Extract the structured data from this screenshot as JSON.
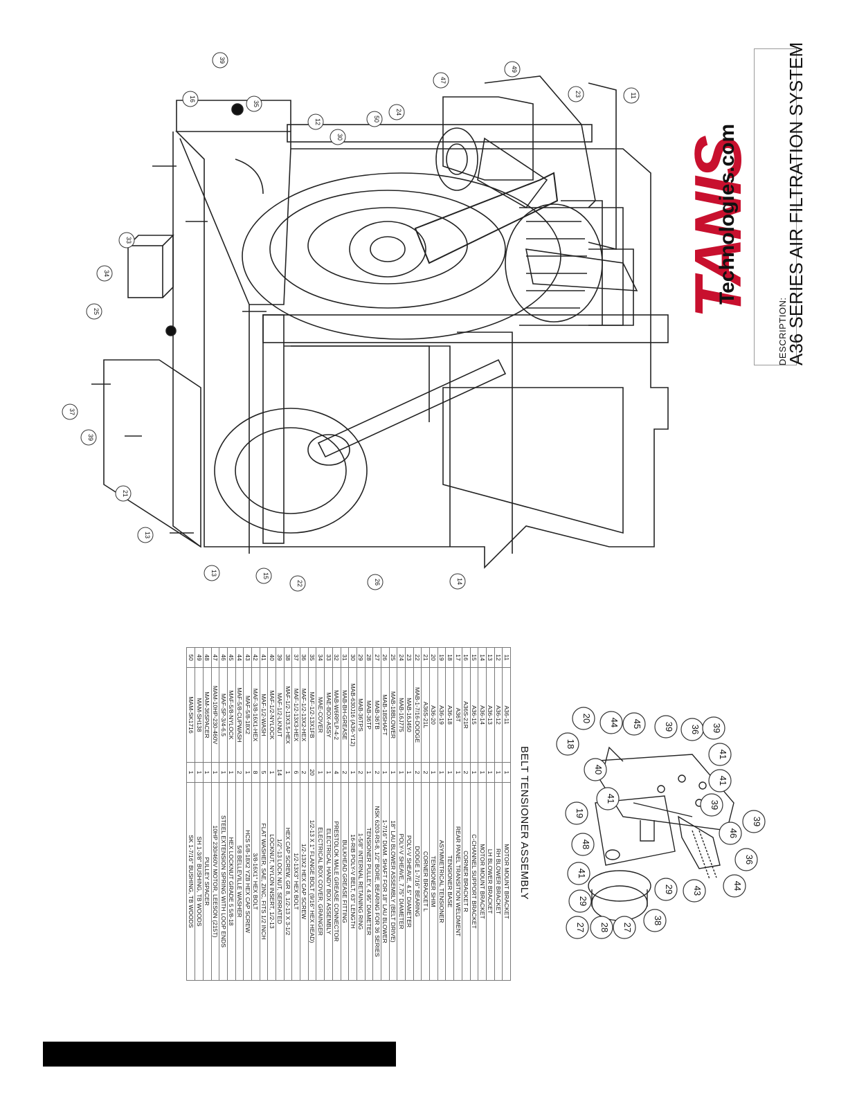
{
  "title_block": {
    "description_label": "DESCRIPTION:",
    "description": "A36 SERIES AIR FILTRATION SYSTEM",
    "logo_text": "TANIS",
    "logo_subtext": "Technologies.com"
  },
  "parts_table": {
    "rows": [
      {
        "no": "11",
        "part": "A36-11",
        "qty": "1",
        "desc": "MOTOR MOUNT BRACKET"
      },
      {
        "no": "12",
        "part": "A36-12",
        "qty": "1",
        "desc": "RH BLOWER BRACKET"
      },
      {
        "no": "13",
        "part": "A36-13",
        "qty": "1",
        "desc": "LH BLOWER BRACKET"
      },
      {
        "no": "14",
        "part": "A36-14",
        "qty": "1",
        "desc": "MOTOR MOUNT BRACKET"
      },
      {
        "no": "15",
        "part": "A36-15",
        "qty": "1",
        "desc": "C-CHANNEL SUPPORT BRACKET"
      },
      {
        "no": "16",
        "part": "A36S-21R",
        "qty": "2",
        "desc": "CORNER BRACKET R"
      },
      {
        "no": "17",
        "part": "A36T",
        "qty": "1",
        "desc": "REAR PANEL TRANSITION WELDMENT"
      },
      {
        "no": "18",
        "part": "A36-18",
        "qty": "1",
        "desc": "TENSIONER BASE"
      },
      {
        "no": "19",
        "part": "A36-19",
        "qty": "1",
        "desc": "ASYMMETRICAL TENSIONER"
      },
      {
        "no": "20",
        "part": "A36-20",
        "qty": "1",
        "desc": "TENSIONER SHIM"
      },
      {
        "no": "21",
        "part": "A36S-21L",
        "qty": "2",
        "desc": "CORNER BRACKET L"
      },
      {
        "no": "22",
        "part": "MAB-1-7/16-DODGE",
        "qty": "2",
        "desc": "DODGE 1-7/16\" BEARING"
      },
      {
        "no": "23",
        "part": "MAB-16J450",
        "qty": "1",
        "desc": "POLY-V SHEAVE, 4.5\" DIAMETER"
      },
      {
        "no": "24",
        "part": "MAB-16J775",
        "qty": "1",
        "desc": "POLY-V SHEAVE, 7.75\" DIAMETER"
      },
      {
        "no": "25",
        "part": "MAB-18BLOWER",
        "qty": "1",
        "desc": "18\" LAU BLOWER ASSEMBLY (BELT DRIVE)"
      },
      {
        "no": "26",
        "part": "MAB-18SHAFT",
        "qty": "1",
        "desc": "1-7/16\" DIAM. SHAFT FOR 18\" LAU BLOWER"
      },
      {
        "no": "27",
        "part": "MAB-36TB",
        "qty": "2",
        "desc": "NSK 6203-RS-8, 1/2\" BORE, BEARING FOR 36 SERIES"
      },
      {
        "no": "28",
        "part": "MAB-36TP",
        "qty": "1",
        "desc": "TENSIONER PULLEY, 4.95\" DIAMETER"
      },
      {
        "no": "29",
        "part": "MAB-36TPS",
        "qty": "2",
        "desc": "1-5/8\" INTERNAL RETAINING RING"
      },
      {
        "no": "30",
        "part": "MAB-630J16 (A36-Y12)",
        "qty": "1",
        "desc": "16-RIB POLY-V BELT, 63\" LENGTH"
      },
      {
        "no": "31",
        "part": "MAB-BH-GREASE",
        "qty": "2",
        "desc": "BULKHEAD GREASE FITTING"
      },
      {
        "no": "32",
        "part": "MAB-W6RPLP-4-2",
        "qty": "4",
        "desc": "PRESTOLOK MALE GREASE CONNECTOR"
      },
      {
        "no": "33",
        "part": "MAE-BOX-ASSY",
        "qty": "1",
        "desc": "ELECTRICAL HANDY BOX ASSEMBLY"
      },
      {
        "no": "34",
        "part": "MAE-COVER",
        "qty": "1",
        "desc": "ELECTRICAL BOX COVER, GRAINGER"
      },
      {
        "no": "35",
        "part": "MAF-1/2-13X1FB",
        "qty": "20",
        "desc": "1/2-13 X 1\" FLANGE BOLT (9/16\" HEX HEAD)"
      },
      {
        "no": "36",
        "part": "MAF-1/2-13X2-HEX",
        "qty": "2",
        "desc": "1/2-13X2 HEX CAP SCREW"
      },
      {
        "no": "37",
        "part": "MAF-1/2-13X3-HEX",
        "qty": "6",
        "desc": "1/2-13X3\" HEX BOLT"
      },
      {
        "no": "38",
        "part": "MAF-1/2-13X3.5-HEX",
        "qty": "1",
        "desc": "HEX CAP SCREW, GR 8, 1/2-13 X 3-1/2"
      },
      {
        "no": "39",
        "part": "MAF-1/2-LKNUT",
        "qty": "14",
        "desc": "1/2\"-13 LOCK NUT, SERRATED"
      },
      {
        "no": "40",
        "part": "MAF-1/2-NYLOCK",
        "qty": "1",
        "desc": "LOCKNUT, NYLON INSERT, 1/2-13"
      },
      {
        "no": "41",
        "part": "MAF-1/2-WASH",
        "qty": "5",
        "desc": "FLAT WASHER, SAE, ZINC, FITS 1/2 INCH"
      },
      {
        "no": "42",
        "part": "MAF-3/8-16X1-HEX",
        "qty": "8",
        "desc": "3/8-16X1\" HEX BOLT"
      },
      {
        "no": "43",
        "part": "MAF-5/8-18X2",
        "qty": "1",
        "desc": "HCS 5/8-18X2 YZB HEX CAP SCREW"
      },
      {
        "no": "44",
        "part": "MAF-5/8-CUPWASH",
        "qty": "2",
        "desc": "5/8 BELLEVILLE WASHER"
      },
      {
        "no": "45",
        "part": "MAF-5/8-NYLOCK",
        "qty": "1",
        "desc": "HEX LOCKNUT GRADE 5 5/8-18"
      },
      {
        "no": "46",
        "part": "MAF-SP-3/4-6.5",
        "qty": "1",
        "desc": "STEEL EXTENSION SPRING WITH LOOP ENDS"
      },
      {
        "no": "47",
        "part": "MAM-10HP-230-460V",
        "qty": "1",
        "desc": "10HP 230/460V MOTOR, LEESON (215T)"
      },
      {
        "no": "48",
        "part": "MAM-36SPACER",
        "qty": "1",
        "desc": "PULLEY SPACER"
      },
      {
        "no": "49",
        "part": "MAM-SH138",
        "qty": "1",
        "desc": "SH 1-3/8\" BUSHING, TB WOODS"
      },
      {
        "no": "50",
        "part": "MAM-SK1716",
        "qty": "1",
        "desc": "SK 1-7/16\" BUSHING, TB WOODS"
      }
    ]
  },
  "main_callouts": [
    "39",
    "16",
    "35",
    "12",
    "30",
    "50",
    "24",
    "47",
    "49",
    "23",
    "11",
    "33",
    "34",
    "25",
    "37",
    "39",
    "21",
    "13",
    "13",
    "15",
    "22",
    "26",
    "14"
  ],
  "assembly": {
    "title": "BELT TENSIONER ASSEMBLY",
    "callouts": [
      "18",
      "20",
      "44",
      "45",
      "39",
      "36",
      "39",
      "40",
      "41",
      "41",
      "41",
      "39",
      "19",
      "48",
      "41",
      "29",
      "27",
      "28",
      "27",
      "38",
      "29",
      "43",
      "44",
      "36",
      "39",
      "46"
    ]
  }
}
